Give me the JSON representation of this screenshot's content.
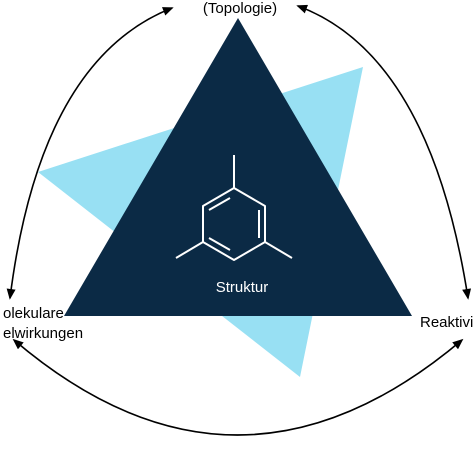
{
  "labels": {
    "top": "(Topologie)",
    "left_line1": "olekulare",
    "left_line2": "elwirkungen",
    "right": "Reaktivi",
    "center": "Struktur"
  },
  "colors": {
    "dark_triangle": "#0b2a45",
    "light_triangle": "#98e0f3",
    "molecule_stroke": "#ffffff",
    "arrows": "#000000"
  },
  "icons": {
    "molecule": "trimethylbenzene-structure-icon"
  }
}
